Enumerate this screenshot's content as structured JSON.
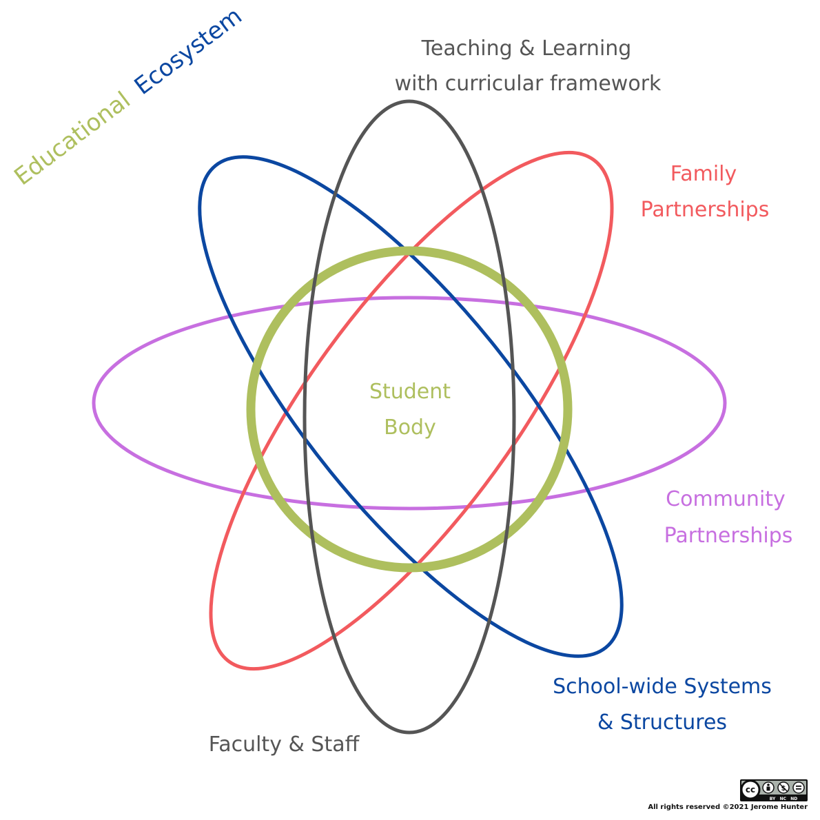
{
  "title": {
    "word1": "Educational",
    "word2": "Ecosystem",
    "word1_color": "#aebf5e",
    "word2_color": "#0b47a1"
  },
  "center": {
    "line1": "Student",
    "line2": "Body",
    "color": "#aebf5e"
  },
  "orbits": [
    {
      "id": "teaching",
      "line1": "Teaching & Learning",
      "line2": "with curricular framework",
      "color": "#555555"
    },
    {
      "id": "family",
      "line1": "Family",
      "line2": "Partnerships",
      "color": "#f25a5e"
    },
    {
      "id": "community",
      "line1": "Community",
      "line2": "Partnerships",
      "color": "#c76fe0"
    },
    {
      "id": "systems",
      "line1": "School-wide Systems",
      "line2": "& Structures",
      "color": "#0b47a1"
    },
    {
      "id": "faculty",
      "line1": "Faculty & Staff",
      "color": "#555555"
    }
  ],
  "license": {
    "badge_left": "cc",
    "badge_sub": "BY   NC   ND",
    "credit": "All rights reserved ©2021 Jerome Hunter"
  }
}
